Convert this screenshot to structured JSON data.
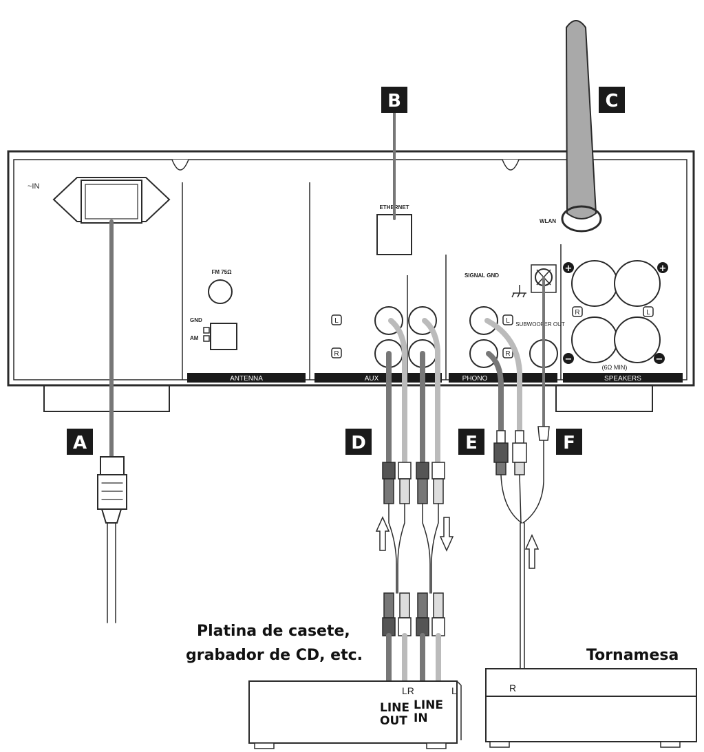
{
  "panel_labels": {
    "power_in": "~IN",
    "ethernet": "ETHERNET",
    "wlan": "WLAN",
    "fm": "FM 75Ω",
    "gnd": "GND",
    "am": "AM",
    "signal_gnd": "SIGNAL GND",
    "subwoofer": "SUBWOOFER OUT",
    "ohm": "(6Ω MIN)",
    "jack_l": "L",
    "jack_r": "R"
  },
  "sections": {
    "antenna": "ANTENNA",
    "aux": "AUX",
    "phono": "PHONO",
    "speakers": "SPEAKERS"
  },
  "badges": {
    "a": "A",
    "b": "B",
    "c": "C",
    "d": "D",
    "e": "E",
    "f": "F"
  },
  "captions": {
    "deck_line1": "Platina de casete,",
    "deck_line2": "grabador de CD, etc.",
    "turntable": "Tornamesa",
    "lr": "LR",
    "l": "L",
    "r": "R",
    "line_out_1": "LINE",
    "line_out_2": "OUT",
    "line_in_1": "LINE",
    "line_in_2": "IN"
  },
  "colors": {
    "badge_bg": "#1a1a1a",
    "cable_dark": "#777777",
    "cable_light": "#bbbbbb",
    "outline": "#2a2a2a"
  }
}
